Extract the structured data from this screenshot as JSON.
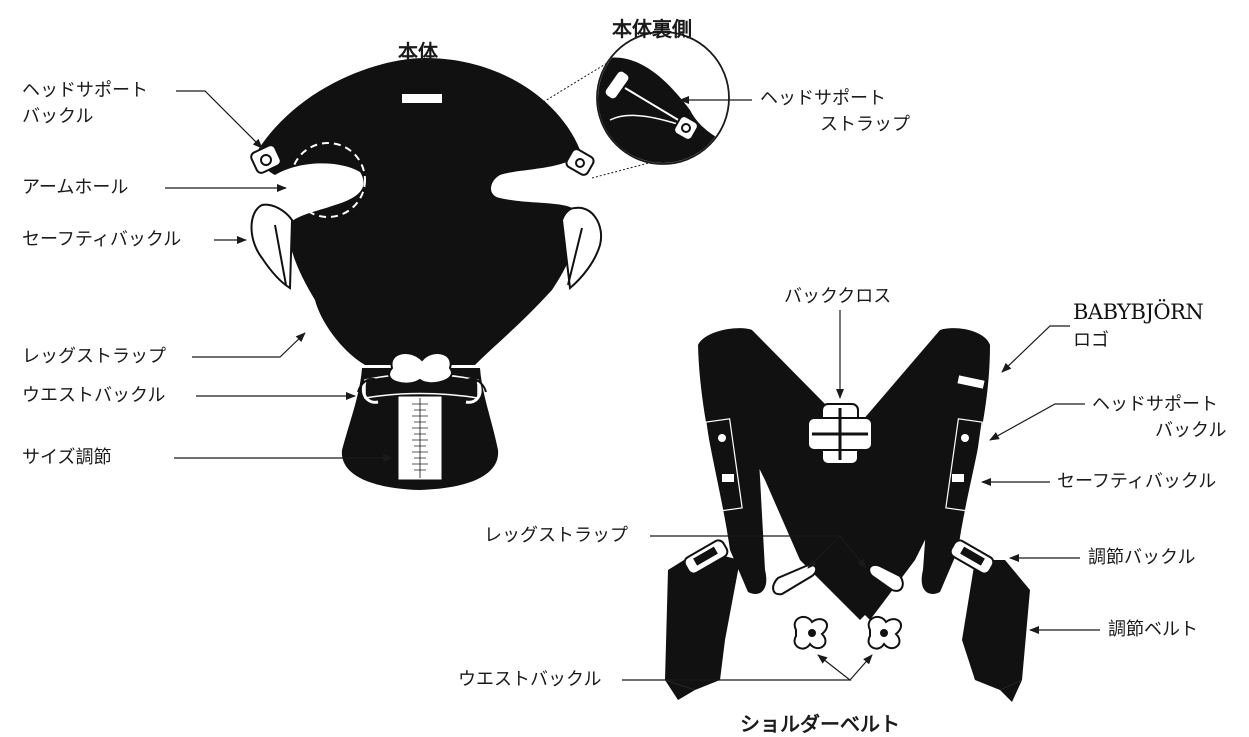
{
  "titles": {
    "body": "本体",
    "body_back": "本体裏側",
    "shoulder_belt": "ショルダーベルト"
  },
  "body_labels": {
    "head_support_buckle_l1": "ヘッドサポート",
    "head_support_buckle_l2": "バックル",
    "arm_hole": "アームホール",
    "safety_buckle": "セーフティバックル",
    "leg_strap": "レッグストラップ",
    "waist_buckle": "ウエストバックル",
    "size_adjust": "サイズ調節"
  },
  "back_labels": {
    "head_support_strap_l1": "ヘッドサポート",
    "head_support_strap_l2": "ストラップ"
  },
  "belt_labels": {
    "back_cross": "バッククロス",
    "logo_text": "BABYBJÖRN",
    "logo_label": "ロゴ",
    "head_support_buckle_l1": "ヘッドサポート",
    "head_support_buckle_l2": "バックル",
    "safety_buckle": "セーフティバックル",
    "leg_strap": "レッグストラップ",
    "adjust_buckle": "調節バックル",
    "adjust_belt": "調節ベルト",
    "waist_buckle": "ウエストバックル"
  },
  "colors": {
    "fabric": "#111111",
    "line": "#1a1a1a",
    "background": "#ffffff"
  }
}
